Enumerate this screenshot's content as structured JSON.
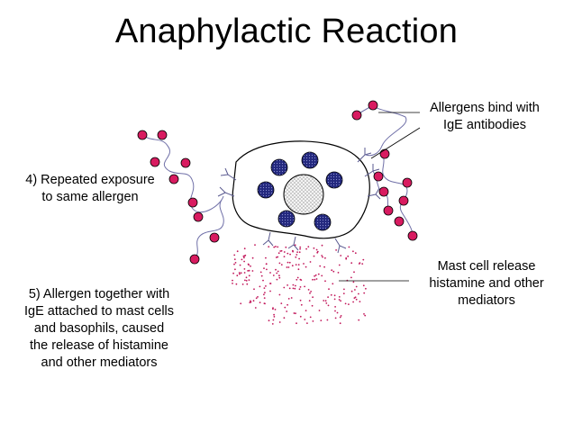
{
  "title": "Anaphylactic Reaction",
  "labels": {
    "bind": [
      "Allergens bind with",
      "IgE antibodies"
    ],
    "repeat": [
      "4) Repeated exposure",
      "to same allergen"
    ],
    "allergen_ige": [
      "5) Allergen together with",
      "IgE attached to mast cells",
      "and basophils, caused",
      "the release of histamine",
      "and other mediators"
    ],
    "mast": [
      "Mast cell release",
      "histamine and other",
      "mediators"
    ]
  },
  "colors": {
    "allergen": "#d81b60",
    "granule": "#2b2f8c",
    "strand": "#6f6fa8",
    "outline": "#000000",
    "histamine": "#c2185b"
  }
}
